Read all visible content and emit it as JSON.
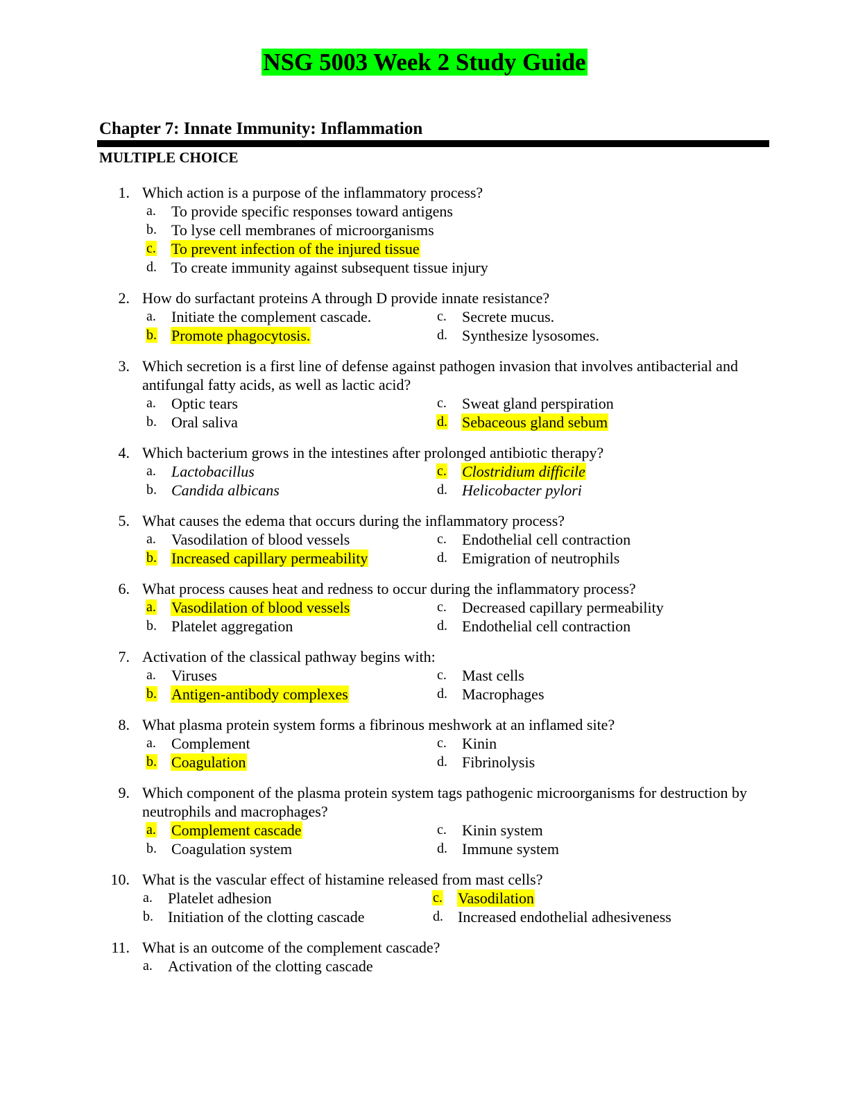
{
  "title": "NSG 5003 Week 2 Study Guide",
  "chapter": "Chapter 7: Innate Immunity: Inflammation",
  "section": "MULTIPLE CHOICE",
  "colors": {
    "title_highlight": "#00ff00",
    "answer_highlight": "#ffff00"
  },
  "questions": [
    {
      "num": "1.",
      "text": "Which action is a purpose of the inflammatory process?",
      "layout": "list",
      "options": [
        {
          "letter": "a.",
          "text": "To provide specific responses toward antigens"
        },
        {
          "letter": "b.",
          "text": "To lyse cell membranes of microorganisms"
        },
        {
          "letter": "c.",
          "text": "To prevent infection of the injured tissue",
          "correct": true
        },
        {
          "letter": "d.",
          "text": "To create immunity against subsequent tissue injury"
        }
      ]
    },
    {
      "num": "2.",
      "text": "How do surfactant proteins A through D provide innate resistance?",
      "layout": "grid",
      "options": [
        {
          "letter": "a.",
          "text": "Initiate the complement cascade."
        },
        {
          "letter": "c.",
          "text": "Secrete mucus."
        },
        {
          "letter": "b.",
          "text": "Promote phagocytosis.",
          "correct": true
        },
        {
          "letter": "d.",
          "text": "Synthesize lysosomes."
        }
      ]
    },
    {
      "num": "3.",
      "text": "Which secretion is a first line of defense against pathogen invasion that involves antibacterial and antifungal fatty acids, as well as lactic acid?",
      "layout": "grid",
      "options": [
        {
          "letter": "a.",
          "text": "Optic tears"
        },
        {
          "letter": "c.",
          "text": "Sweat gland perspiration"
        },
        {
          "letter": "b.",
          "text": "Oral saliva"
        },
        {
          "letter": "d.",
          "text": "Sebaceous gland sebum",
          "correct": true
        }
      ]
    },
    {
      "num": "4.",
      "text": "Which bacterium grows in the intestines after prolonged antibiotic therapy?",
      "layout": "grid",
      "italic": true,
      "options": [
        {
          "letter": "a.",
          "text": "Lactobacillus"
        },
        {
          "letter": "c.",
          "text": "Clostridium difficile",
          "correct": true
        },
        {
          "letter": "b.",
          "text": "Candida albicans"
        },
        {
          "letter": "d.",
          "text": "Helicobacter pylori"
        }
      ]
    },
    {
      "num": "5.",
      "text": "What causes the edema that occurs during the inflammatory process?",
      "layout": "grid",
      "options": [
        {
          "letter": "a.",
          "text": "Vasodilation of blood vessels"
        },
        {
          "letter": "c.",
          "text": "Endothelial cell contraction"
        },
        {
          "letter": "b.",
          "text": "Increased capillary permeability",
          "correct": true
        },
        {
          "letter": "d.",
          "text": "Emigration of neutrophils"
        }
      ]
    },
    {
      "num": "6.",
      "text": "What process causes heat and redness to occur during the inflammatory process?",
      "layout": "grid",
      "options": [
        {
          "letter": "a.",
          "text": "Vasodilation of blood vessels",
          "correct": true
        },
        {
          "letter": "c.",
          "text": "Decreased capillary permeability"
        },
        {
          "letter": "b.",
          "text": "Platelet aggregation"
        },
        {
          "letter": "d.",
          "text": "Endothelial cell contraction"
        }
      ]
    },
    {
      "num": "7.",
      "text": "Activation of the classical pathway begins with:",
      "layout": "grid",
      "options": [
        {
          "letter": "a.",
          "text": "Viruses"
        },
        {
          "letter": "c.",
          "text": "Mast cells"
        },
        {
          "letter": "b.",
          "text": "Antigen-antibody complexes",
          "correct": true
        },
        {
          "letter": "d.",
          "text": "Macrophages"
        }
      ]
    },
    {
      "num": "8.",
      "text": "What plasma protein system forms a fibrinous meshwork at an inflamed site?",
      "layout": "grid",
      "options": [
        {
          "letter": "a.",
          "text": "Complement"
        },
        {
          "letter": "c.",
          "text": "Kinin"
        },
        {
          "letter": "b.",
          "text": "Coagulation",
          "correct": true
        },
        {
          "letter": "d.",
          "text": "Fibrinolysis"
        }
      ]
    },
    {
      "num": "9.",
      "text": "Which component of the plasma protein system tags pathogenic microorganisms for destruction by neutrophils and macrophages?",
      "layout": "grid",
      "options": [
        {
          "letter": "a.",
          "text": "Complement cascade",
          "correct": true
        },
        {
          "letter": "c.",
          "text": "Kinin system"
        },
        {
          "letter": "b.",
          "text": "Coagulation system"
        },
        {
          "letter": "d.",
          "text": "Immune system"
        }
      ]
    },
    {
      "num": "10.",
      "text": "What is the vascular effect of histamine released from mast cells?",
      "layout": "grid",
      "shift": true,
      "options": [
        {
          "letter": "a.",
          "text": "Platelet adhesion"
        },
        {
          "letter": "c.",
          "text": "Vasodilation",
          "correct": true
        },
        {
          "letter": "b.",
          "text": "Initiation of the clotting cascade"
        },
        {
          "letter": "d.",
          "text": "Increased endothelial adhesiveness"
        }
      ]
    },
    {
      "num": "11.",
      "text": "What is an outcome of the complement cascade?",
      "layout": "list",
      "shift": true,
      "options": [
        {
          "letter": "a.",
          "text": "Activation of the clotting cascade"
        }
      ]
    }
  ]
}
